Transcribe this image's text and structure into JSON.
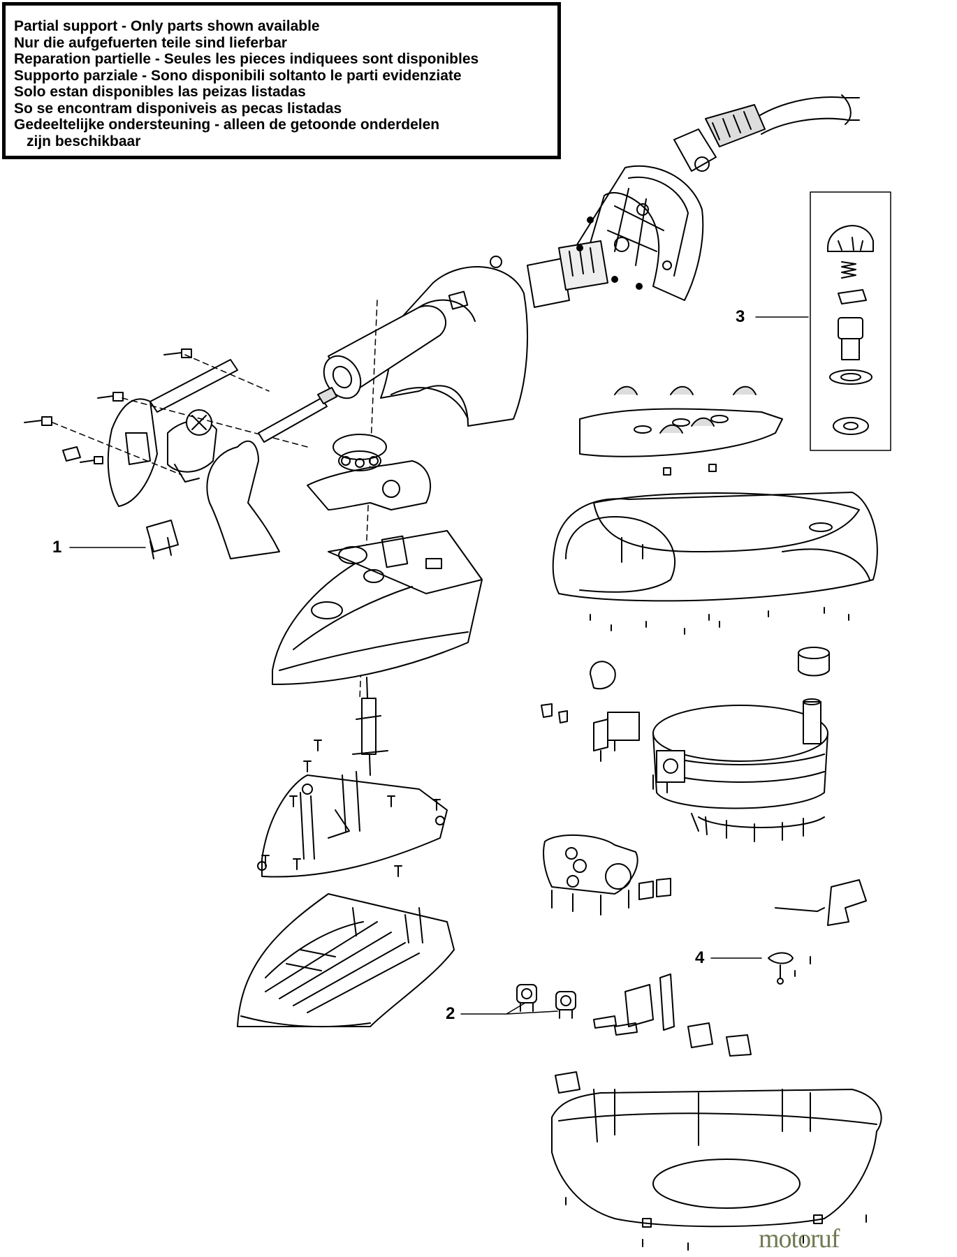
{
  "notice": {
    "lines": [
      "Partial support - Only parts shown available",
      "Nur die aufgefuerten teile sind lieferbar",
      "Reparation partielle - Seules les pieces indiquees sont disponibles",
      "Supporto parziale - Sono disponibili soltanto le parti evidenziate",
      "Solo estan disponibles las peizas listadas",
      "So se encontram disponiveis as pecas listadas",
      "Gedeeltelijke ondersteuning - alleen de getoonde onderdelen",
      "zijn beschikbaar"
    ]
  },
  "callouts": [
    "1",
    "2",
    "3",
    "4"
  ],
  "watermark": "motoruf"
}
